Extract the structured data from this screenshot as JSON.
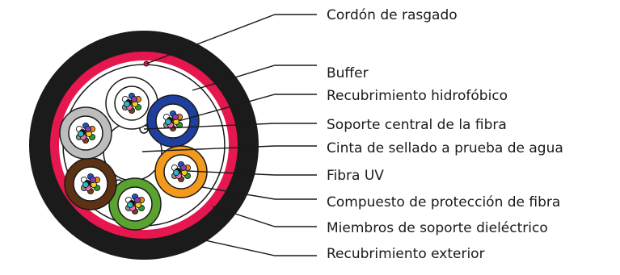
{
  "labels": [
    "Cordón de rasgado",
    "Buffer",
    "Recubrimiento hidrofóbico",
    "Soporte central de la fibra",
    "Cinta de sellado a prueba de agua",
    "Fibra UV",
    "Compuesto de protección de fibra",
    "Miembros de soporte dieléctrico",
    "Recubrimiento exterior"
  ],
  "colors": {
    "outer_jacket": "#1b1b1b",
    "red_layer": "#e6174f",
    "tube_white": "#ffffff",
    "tube_blue": "#1f3f9e",
    "tube_orange": "#f39a1c",
    "tube_green": "#5aa330",
    "tube_brown": "#5b3314",
    "tube_gray": "#bdbdbd"
  },
  "fiber_colors": [
    "#1f53c8",
    "#f08a16",
    "#2f9a2f",
    "#7a3f1a",
    "#8c8c8c",
    "#ffffff",
    "#e02020",
    "#111111",
    "#e8d21a",
    "#8a3db0",
    "#ee6fb0",
    "#29b6c9"
  ]
}
